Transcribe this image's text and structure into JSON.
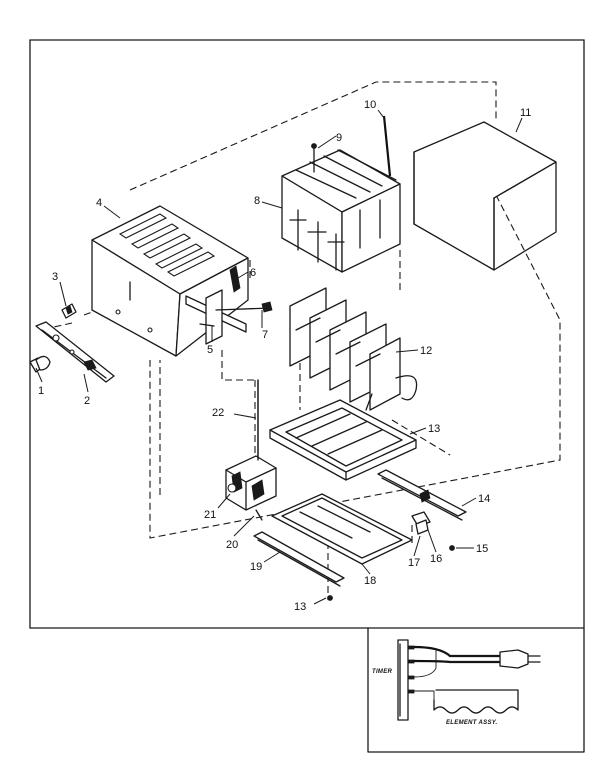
{
  "callouts": [
    {
      "id": "1",
      "text": "1"
    },
    {
      "id": "2",
      "text": "2"
    },
    {
      "id": "3",
      "text": "3"
    },
    {
      "id": "4",
      "text": "4"
    },
    {
      "id": "5",
      "text": "5"
    },
    {
      "id": "6",
      "text": "6"
    },
    {
      "id": "7",
      "text": "7"
    },
    {
      "id": "8",
      "text": "8"
    },
    {
      "id": "9",
      "text": "9"
    },
    {
      "id": "10",
      "text": "10"
    },
    {
      "id": "11",
      "text": "11"
    },
    {
      "id": "12",
      "text": "12"
    },
    {
      "id": "13a",
      "text": "13"
    },
    {
      "id": "14",
      "text": "14"
    },
    {
      "id": "15",
      "text": "15"
    },
    {
      "id": "16",
      "text": "16"
    },
    {
      "id": "17",
      "text": "17"
    },
    {
      "id": "18",
      "text": "18"
    },
    {
      "id": "19",
      "text": "19"
    },
    {
      "id": "20",
      "text": "20"
    },
    {
      "id": "21",
      "text": "21"
    },
    {
      "id": "22",
      "text": "22"
    },
    {
      "id": "13b",
      "text": "13"
    }
  ],
  "wiring_inset": {
    "timer_label": "TIMER",
    "element_label": "ELEMENT ASSY."
  }
}
